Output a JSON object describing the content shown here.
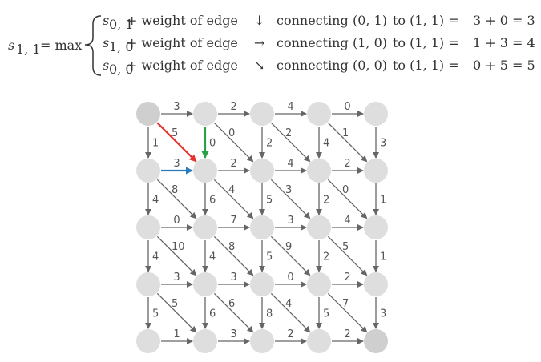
{
  "formula": {
    "lhs_var": "s",
    "lhs_sub": "1, 1",
    "eq_max": "= max",
    "rows": [
      {
        "s": "s",
        "sub": "0, 1",
        "plus_weight": "+ weight of edge",
        "arrow": "↓",
        "connecting": "connecting",
        "from": "(0, 1)",
        "to": "to (1, 1) =",
        "sum": "3 + 0 = 3",
        "color": "#2aa24a"
      },
      {
        "s": "s",
        "sub": "1, 0",
        "plus_weight": "+ weight of edge",
        "arrow": "→",
        "connecting": "connecting",
        "from": "(1, 0)",
        "to": "to (1, 1) =",
        "sum": "1 + 3 = 4",
        "color": "#2b7bb9"
      },
      {
        "s": "s",
        "sub": "0, 0",
        "plus_weight": "+ weight of edge",
        "arrow": "↘",
        "connecting": "connecting",
        "from": "(0, 0)",
        "to": "to (1, 1) =",
        "sum": "0 + 5 = 5",
        "color": "#e8322e"
      }
    ]
  },
  "grid": {
    "rows": 5,
    "cols": 5,
    "horizontal_weights": [
      [
        "3",
        "2",
        "4",
        "0"
      ],
      [
        "3",
        "2",
        "4",
        "2"
      ],
      [
        "0",
        "7",
        "3",
        "4"
      ],
      [
        "3",
        "3",
        "0",
        "2"
      ],
      [
        "1",
        "3",
        "2",
        "2"
      ]
    ],
    "vertical_weights": [
      [
        "1",
        "0",
        "2",
        "4",
        "3"
      ],
      [
        "4",
        "6",
        "5",
        "2",
        "1"
      ],
      [
        "4",
        "4",
        "5",
        "2",
        "1"
      ],
      [
        "5",
        "6",
        "8",
        "5",
        "3"
      ]
    ],
    "diagonal_weights": [
      [
        "5",
        "0",
        "2",
        "1"
      ],
      [
        "8",
        "4",
        "3",
        "0"
      ],
      [
        "10",
        "8",
        "9",
        "5"
      ],
      [
        "5",
        "6",
        "4",
        "7"
      ]
    ],
    "colors": {
      "node": "#dedede",
      "node_dark": "#cfcfcf",
      "edge": "#666666",
      "highlight_down": "#2aa24a",
      "highlight_right": "#2b7bb9",
      "highlight_diag": "#e8322e"
    }
  }
}
